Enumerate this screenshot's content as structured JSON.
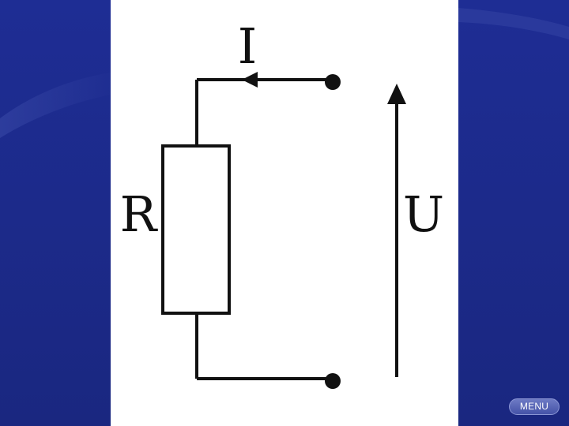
{
  "slide": {
    "background_color": "#1c2a8c",
    "panel_color": "#ffffff"
  },
  "diagram": {
    "current_label": "I",
    "resistor_label": "R",
    "voltage_label": "U",
    "line_color": "#111111"
  },
  "nav": {
    "menu_label": "MENU"
  }
}
